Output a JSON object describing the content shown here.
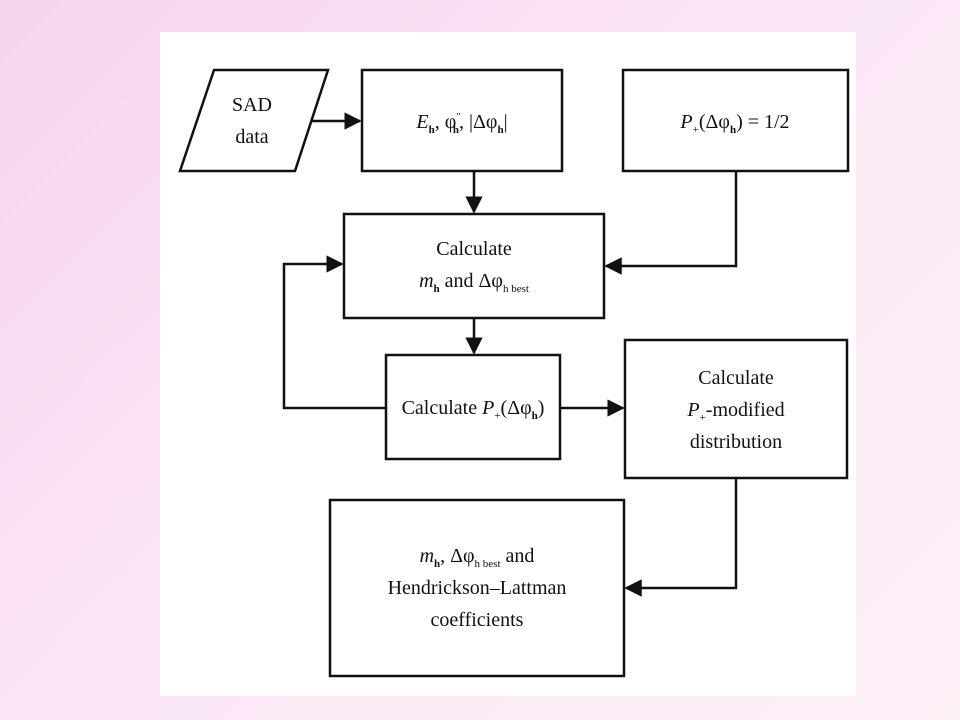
{
  "diagram": {
    "sad_input": {
      "line1": "SAD",
      "line2": "data"
    },
    "params_box": {
      "E": "E",
      "E_sub": "h",
      "sep1": ", ",
      "phi": "φ",
      "phi_marks": "″",
      "phi_sub": "h",
      "sep2": ", ",
      "abs_open": "|Δφ",
      "abs_sub": "h",
      "abs_close": "|"
    },
    "prob_box": {
      "P": "P",
      "P_sub": "+",
      "arg_open": "(Δφ",
      "arg_sub": "h",
      "arg_close": ") = 1/2"
    },
    "calc_m_box": {
      "line1": "Calculate",
      "m": "m",
      "m_sub": "h",
      "and": " and Δφ",
      "phi_sub": "h best"
    },
    "calc_p_box": {
      "prefix": "Calculate ",
      "P": "P",
      "P_sub": "+",
      "arg_open": "(Δφ",
      "arg_sub": "h",
      "arg_close": ")"
    },
    "calc_mod_box": {
      "line1": "Calculate",
      "P": "P",
      "P_sub": "+",
      "rest": "-modified",
      "line3": "distribution"
    },
    "result_box": {
      "m": "m",
      "m_sub": "h",
      "sep": ", Δφ",
      "phi_sub": "h best",
      "and": " and",
      "line2": "Hendrickson–Lattman",
      "line3": "coefficients"
    }
  }
}
